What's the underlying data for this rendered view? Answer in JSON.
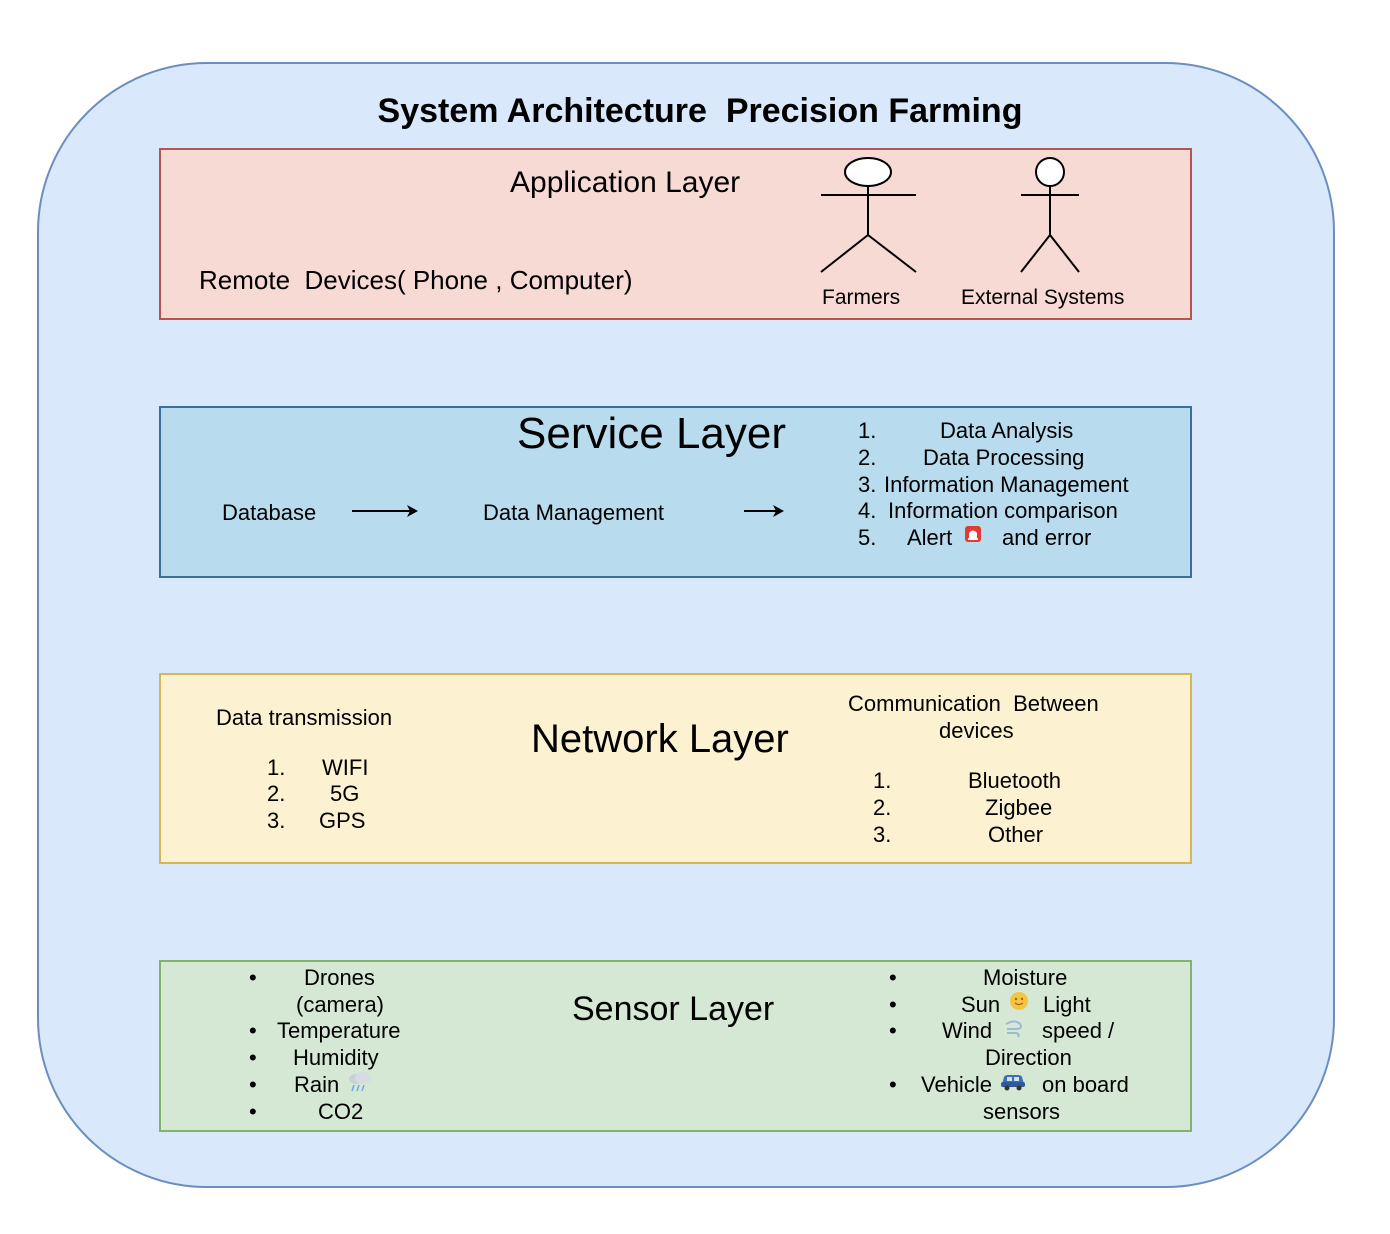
{
  "diagram": {
    "title": "System Architecture  Precision Farming",
    "colors": {
      "outer_fill": "#dae8fc",
      "application_fill": "#f8dad5",
      "service_fill": "#b9dbee",
      "network_fill": "#fcf1d0",
      "sensor_fill": "#d5e8d4"
    },
    "application_layer": {
      "heading": "Application Layer",
      "devices": "Remote  Devices( Phone , Computer)",
      "actors": [
        "Farmers",
        "External Systems"
      ]
    },
    "service_layer": {
      "heading": "Service Layer",
      "flow": [
        "Database",
        "Data Management"
      ],
      "services": [
        {
          "num": "1.",
          "text": "Data Analysis"
        },
        {
          "num": "2.",
          "text": "Data Processing"
        },
        {
          "num": "3.",
          "text": "Information Management"
        },
        {
          "num": "4.",
          "text": "Information comparison"
        },
        {
          "num": "5.",
          "text_before": "Alert",
          "icon": "siren-icon",
          "text_after": "and error"
        }
      ]
    },
    "network_layer": {
      "heading": "Network Layer",
      "transmission_title": "Data transmission",
      "transmission": [
        {
          "num": "1.",
          "text": "WIFI"
        },
        {
          "num": "2.",
          "text": "5G"
        },
        {
          "num": "3.",
          "text": "GPS"
        }
      ],
      "communication_title_line1": "Communication  Between",
      "communication_title_line2": "devices",
      "communication": [
        {
          "num": "1.",
          "text": "Bluetooth"
        },
        {
          "num": "2.",
          "text": "Zigbee"
        },
        {
          "num": "3.",
          "text": "Other"
        }
      ]
    },
    "sensor_layer": {
      "heading": "Sensor Layer",
      "bullet": "•",
      "left_items": {
        "drones_1": "Drones",
        "drones_2": "(camera)",
        "temperature": "Temperature",
        "humidity": "Humidity",
        "rain": "Rain",
        "rain_icon": "rain-cloud-icon",
        "co2": "CO2"
      },
      "right_items": {
        "moisture": "Moisture",
        "sun": "Sun",
        "sun_icon": "sun-icon",
        "light": "Light",
        "wind": "Wind",
        "wind_icon": "wind-icon",
        "wind_speed": "speed /",
        "direction": "Direction",
        "vehicle": "Vehicle",
        "vehicle_icon": "car-icon",
        "on_board": "on board",
        "sensors": "sensors"
      }
    }
  }
}
